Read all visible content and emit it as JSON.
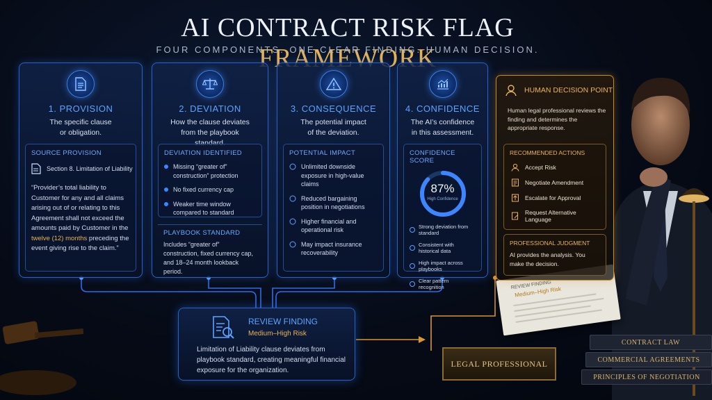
{
  "header": {
    "title_main": "AI CONTRACT RISK FLAG",
    "title_accent": "FRAMEWORK",
    "subtitle": "FOUR COMPONENTS. ONE CLEAR FINDING. HUMAN DECISION."
  },
  "components": [
    {
      "title": "1. PROVISION",
      "desc_line1": "The specific clause",
      "desc_line2": "or obligation.",
      "panel_label": "SOURCE PROVISION",
      "source_ref": "Section 8. Limitation of Liability",
      "quote_before": "“Provider’s total liability to Customer for any and all claims arising out of or relating to this Agreement shall not exceed the amounts paid by Customer in the ",
      "quote_highlight": "twelve (12) months",
      "quote_after": " preceding the event giving rise to the claim.”"
    },
    {
      "title": "2. DEVIATION",
      "desc_line1": "How the clause deviates",
      "desc_line2": "from the playbook standard.",
      "panel_label": "DEVIATION IDENTIFIED",
      "items": [
        "Missing “greater of” construction” protection",
        "No fixed currency cap",
        "Weaker time window compared to standard"
      ],
      "panel2_label": "PLAYBOOK STANDARD",
      "panel2_text": "Includes “greater of” construction, fixed currency cap, and 18–24 month lookback period."
    },
    {
      "title": "3. CONSEQUENCE",
      "desc_line1": "The potential impact",
      "desc_line2": "of the deviation.",
      "panel_label": "POTENTIAL IMPACT",
      "items": [
        "Unlimited downside exposure in high-value claims",
        "Reduced bargaining position in negotiations",
        "Higher financial and operational risk",
        "May impact insurance recoverability"
      ]
    },
    {
      "title": "4. CONFIDENCE",
      "desc_line1": "The AI’s confidence",
      "desc_line2": "in this assessment.",
      "panel_label": "CONFIDENCE SCORE",
      "score_text": "87%",
      "score_value": 87,
      "score_sub": "High Confidence",
      "items": [
        "Strong deviation from standard",
        "Consistent with historical data",
        "High impact across playbooks",
        "Clear pattern recognition"
      ]
    }
  ],
  "human": {
    "title": "HUMAN DECISION POINT",
    "desc": "Human legal professional reviews the finding and determines the appropriate response.",
    "actions_label": "RECOMMENDED ACTIONS",
    "actions": [
      "Accept Risk",
      "Negotiate Amendment",
      "Escalate for Approval",
      "Request Alternative Language"
    ],
    "judgment_label": "PROFESSIONAL JUDGMENT",
    "judgment_text": "AI provides the analysis. You make the decision."
  },
  "review": {
    "title": "REVIEW FINDING",
    "risk": "Medium–High Risk",
    "desc": "Limitation of Liability clause deviates from playbook standard, creating meaningful financial exposure for the organization."
  },
  "scene": {
    "plaque": "LEGAL PROFESSIONAL",
    "paper_title": "REVIEW FINDING",
    "paper_risk": "Medium–High Risk",
    "books": [
      "CONTRACT LAW",
      "COMMERCIAL AGREEMENTS",
      "PRINCIPLES OF NEGOTIATION"
    ]
  },
  "colors": {
    "accent_blue": "#5ea2ff",
    "accent_gold": "#e3b25c",
    "background": "#060b17"
  }
}
